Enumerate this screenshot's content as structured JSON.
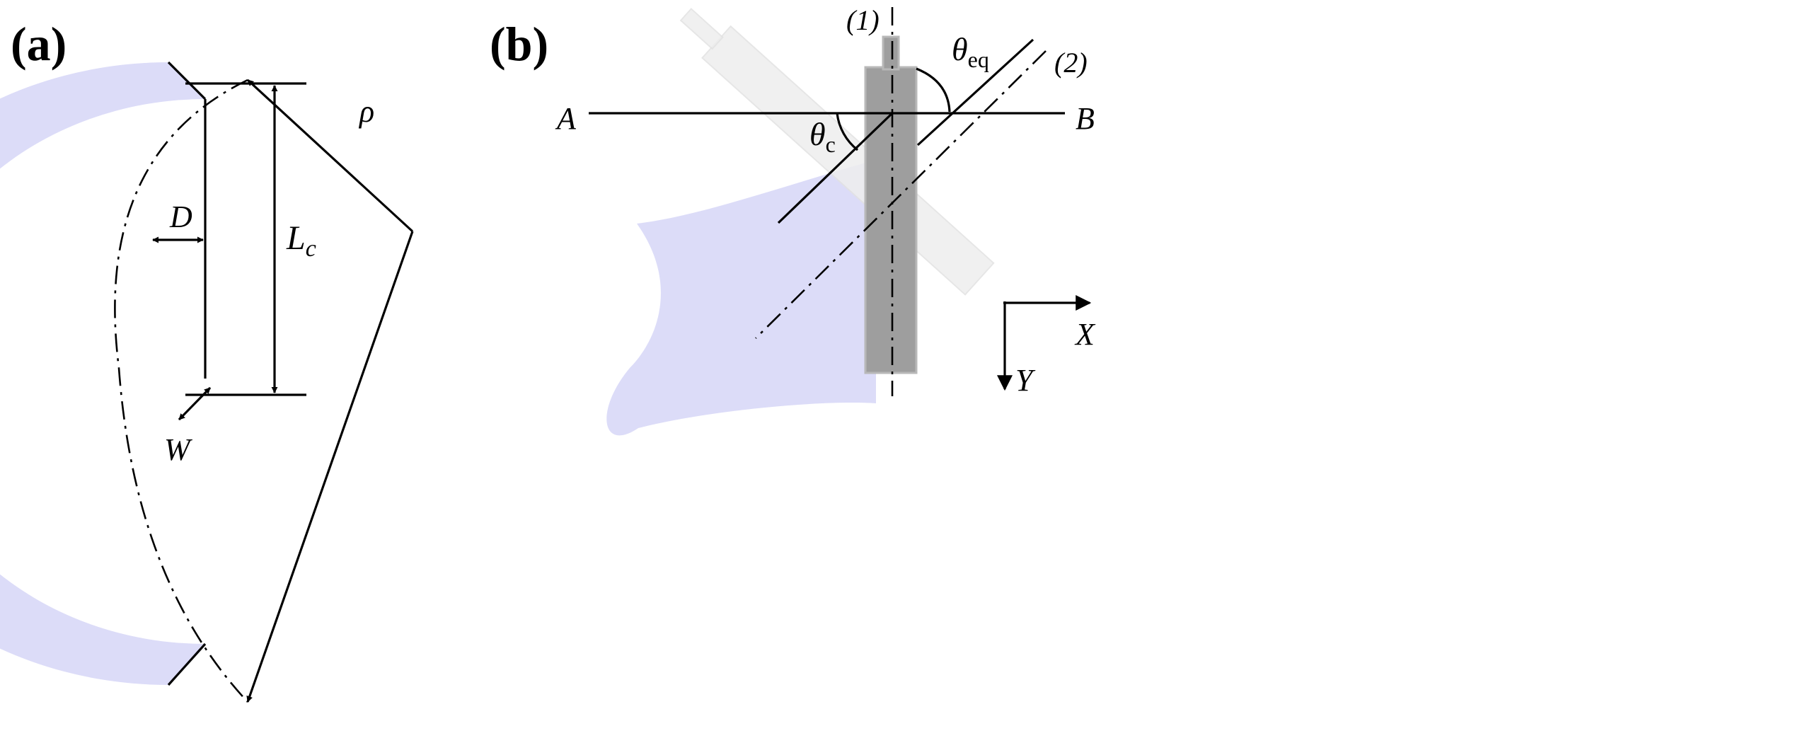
{
  "panel_a": {
    "label": "(a)",
    "symbols": {
      "rho": "ρ",
      "D": "D",
      "L": "L",
      "L_sub": "c",
      "W": "W"
    }
  },
  "panel_b": {
    "label": "(b)",
    "symbols": {
      "axis1": "(1)",
      "axis2": "(2)",
      "theta": "θ",
      "theta_eq_sub": "eq",
      "theta_c_sub": "c",
      "A": "A",
      "B": "B",
      "X": "X",
      "Y": "Y"
    }
  },
  "colors": {
    "blob": "#dcdcf8",
    "rod": "#9e9e9e",
    "rod_edge": "#b8b8b8",
    "ghost_rod": "#eeeeee"
  }
}
